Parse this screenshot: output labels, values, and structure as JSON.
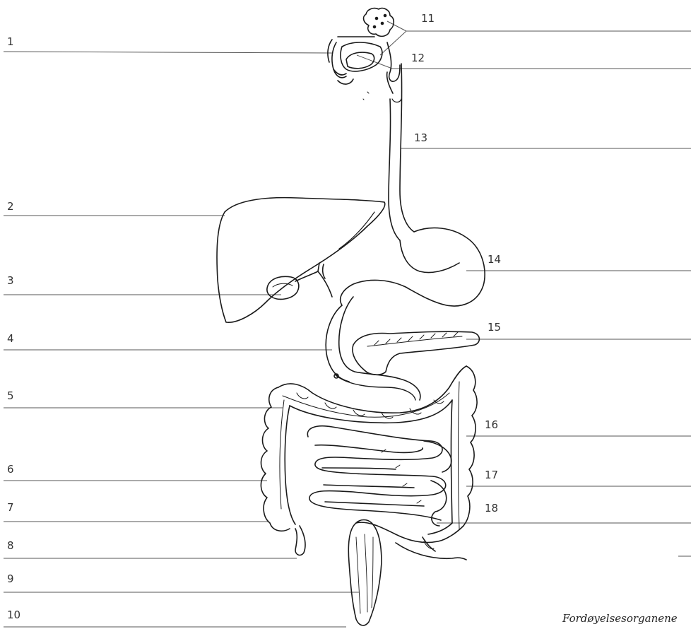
{
  "labels": {
    "l1": "1",
    "l2": "2",
    "l3": "3",
    "l4": "4",
    "l5": "5",
    "l6": "6",
    "l7": "7",
    "l8": "8",
    "l9": "9",
    "l10": "10",
    "l11": "11",
    "l12": "12",
    "l13": "13",
    "l14": "14",
    "l15": "15",
    "l16": "16",
    "l17": "17",
    "l18": "18"
  },
  "caption": "Fordøyelsesorganene",
  "colors": {
    "line": "#555555",
    "stroke": "#1a1a1a",
    "background": "#ffffff"
  }
}
